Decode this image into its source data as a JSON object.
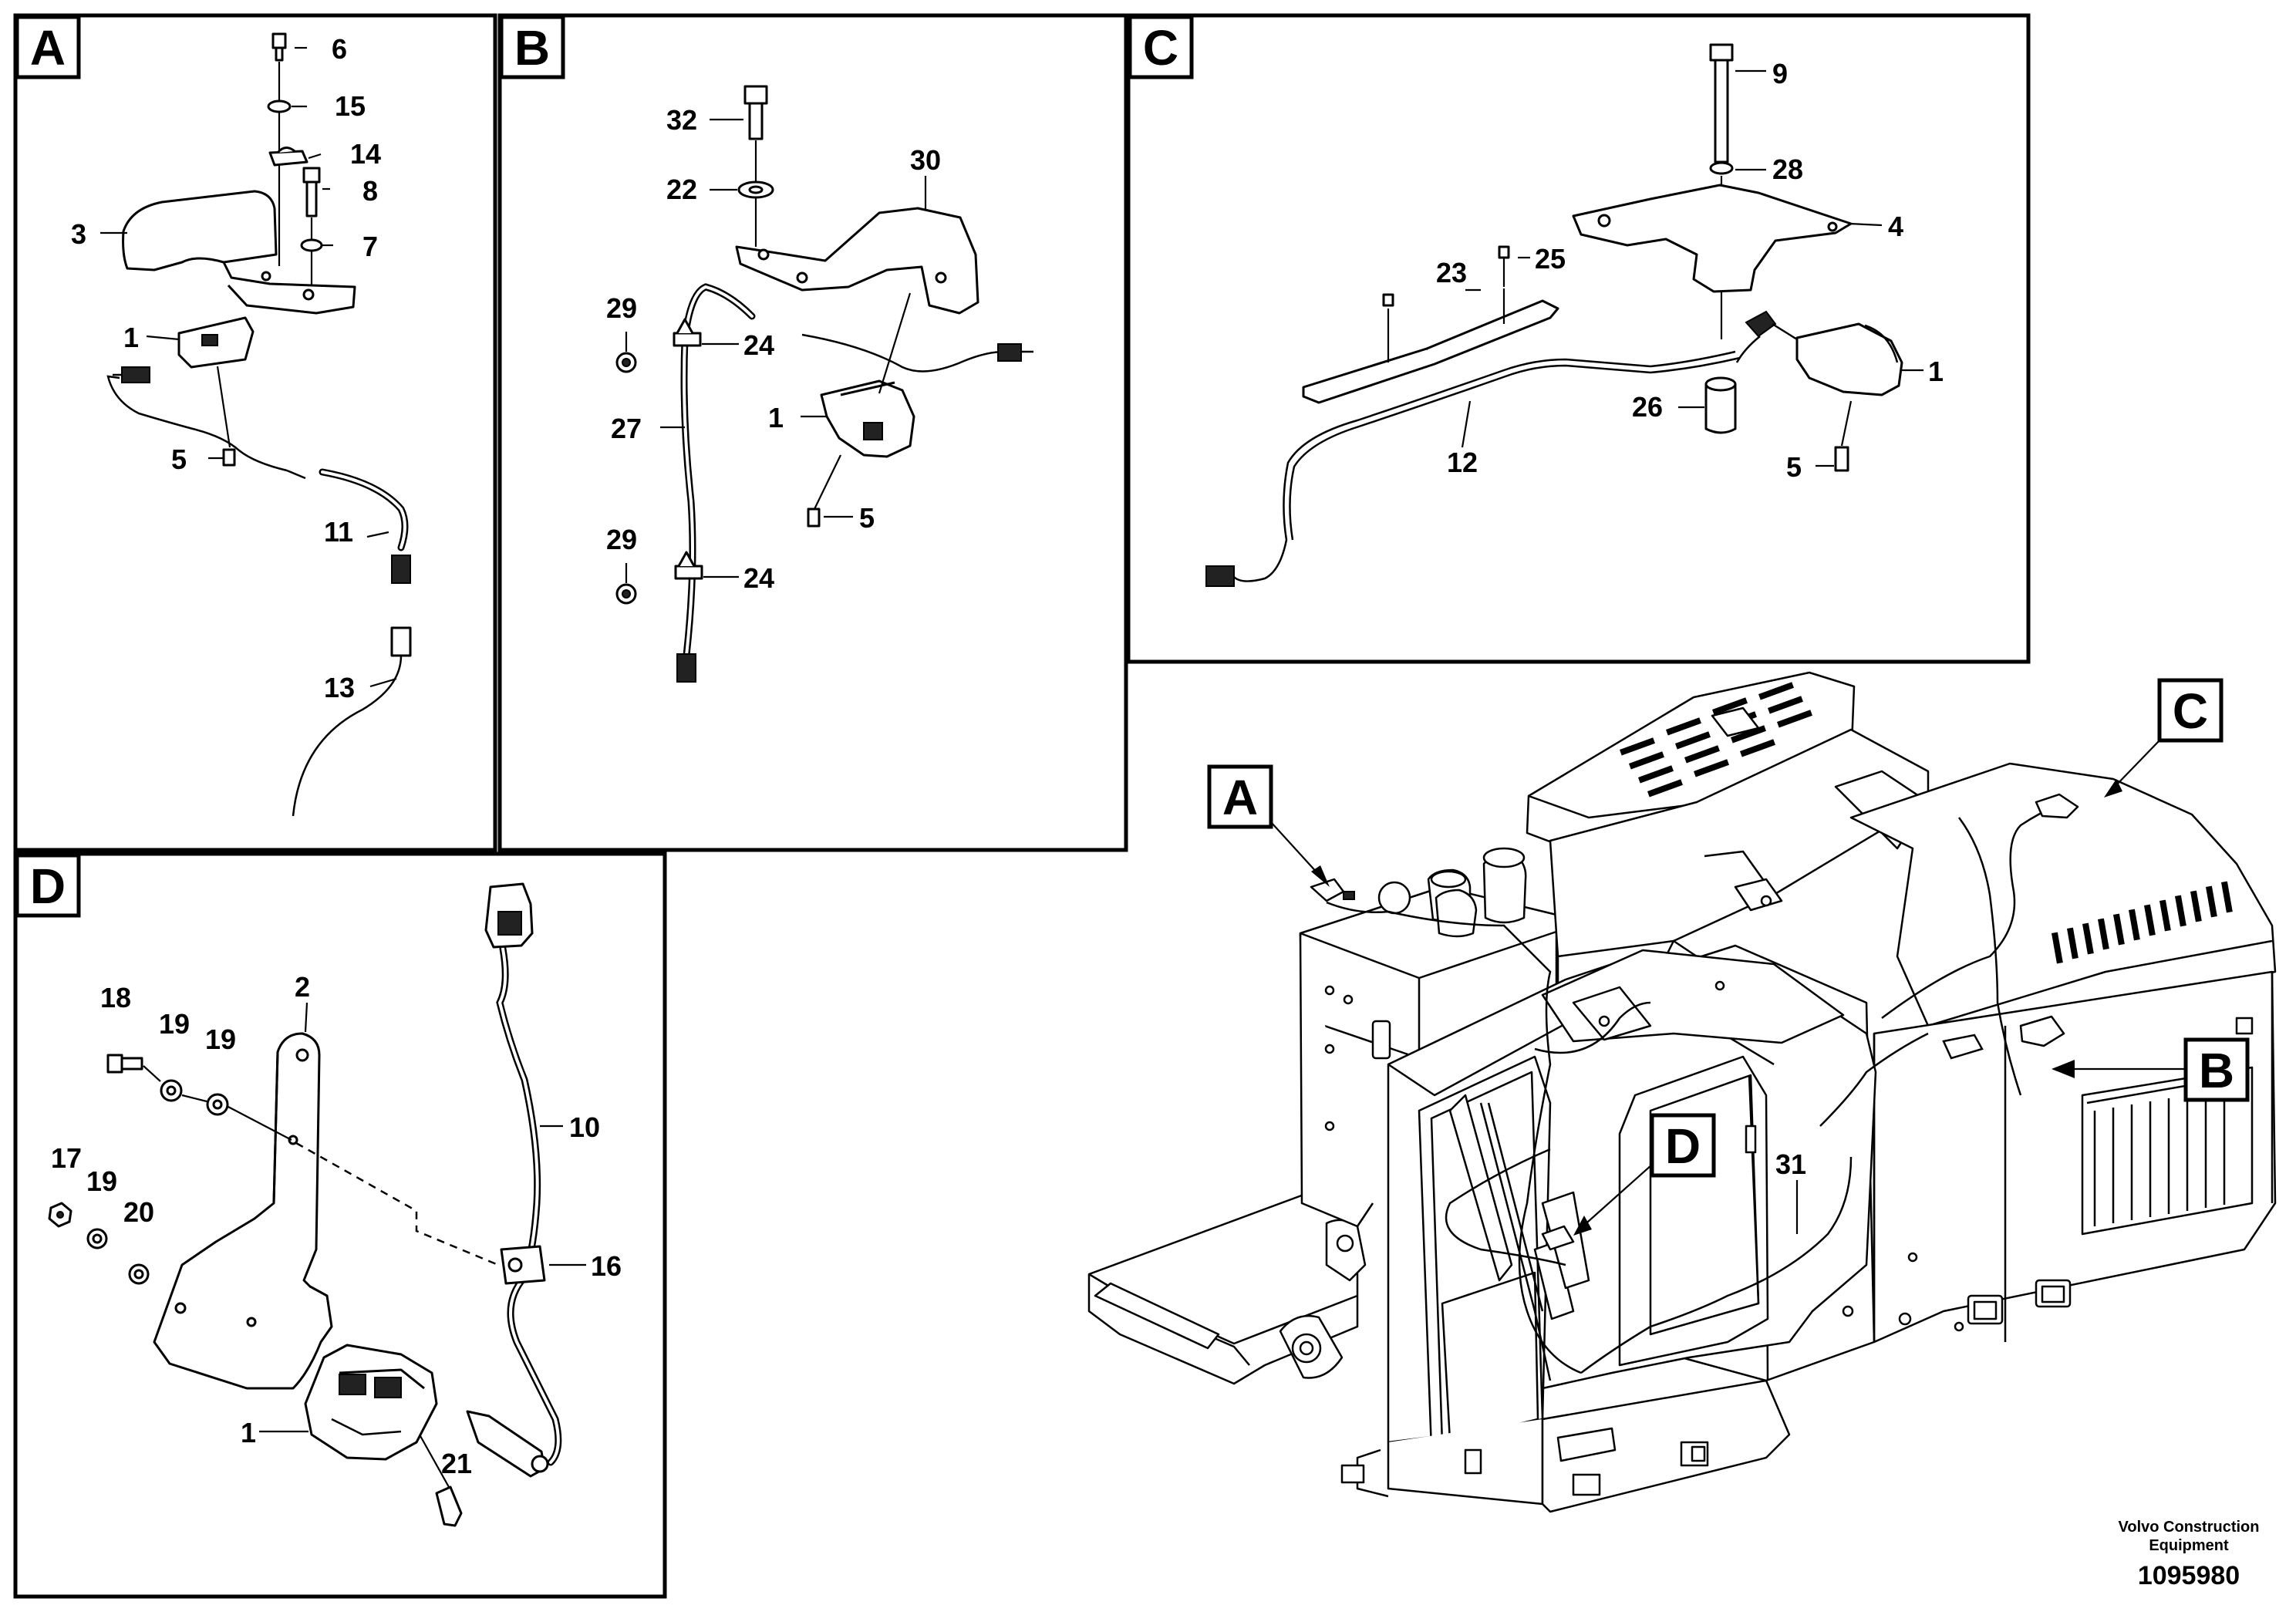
{
  "panels": [
    {
      "id": "A",
      "label": "A"
    },
    {
      "id": "B",
      "label": "B"
    },
    {
      "id": "C",
      "label": "C"
    },
    {
      "id": "D",
      "label": "D"
    }
  ],
  "callouts": {
    "A": [
      "6",
      "15",
      "14",
      "8",
      "7",
      "3",
      "1",
      "5",
      "11",
      "13"
    ],
    "B": [
      "32",
      "22",
      "30",
      "29",
      "24",
      "27",
      "1",
      "5",
      "29",
      "24"
    ],
    "C": [
      "9",
      "28",
      "4",
      "23",
      "25",
      "1",
      "26",
      "12",
      "5"
    ],
    "D": [
      "18",
      "19",
      "19",
      "2",
      "10",
      "17",
      "19",
      "20",
      "16",
      "1",
      "21"
    ],
    "overview": [
      "31"
    ]
  },
  "overview_tags": [
    "A",
    "B",
    "C",
    "D"
  ],
  "footer": {
    "brand_line1": "Volvo Construction",
    "brand_line2": "Equipment",
    "doc_number": "1095980"
  }
}
